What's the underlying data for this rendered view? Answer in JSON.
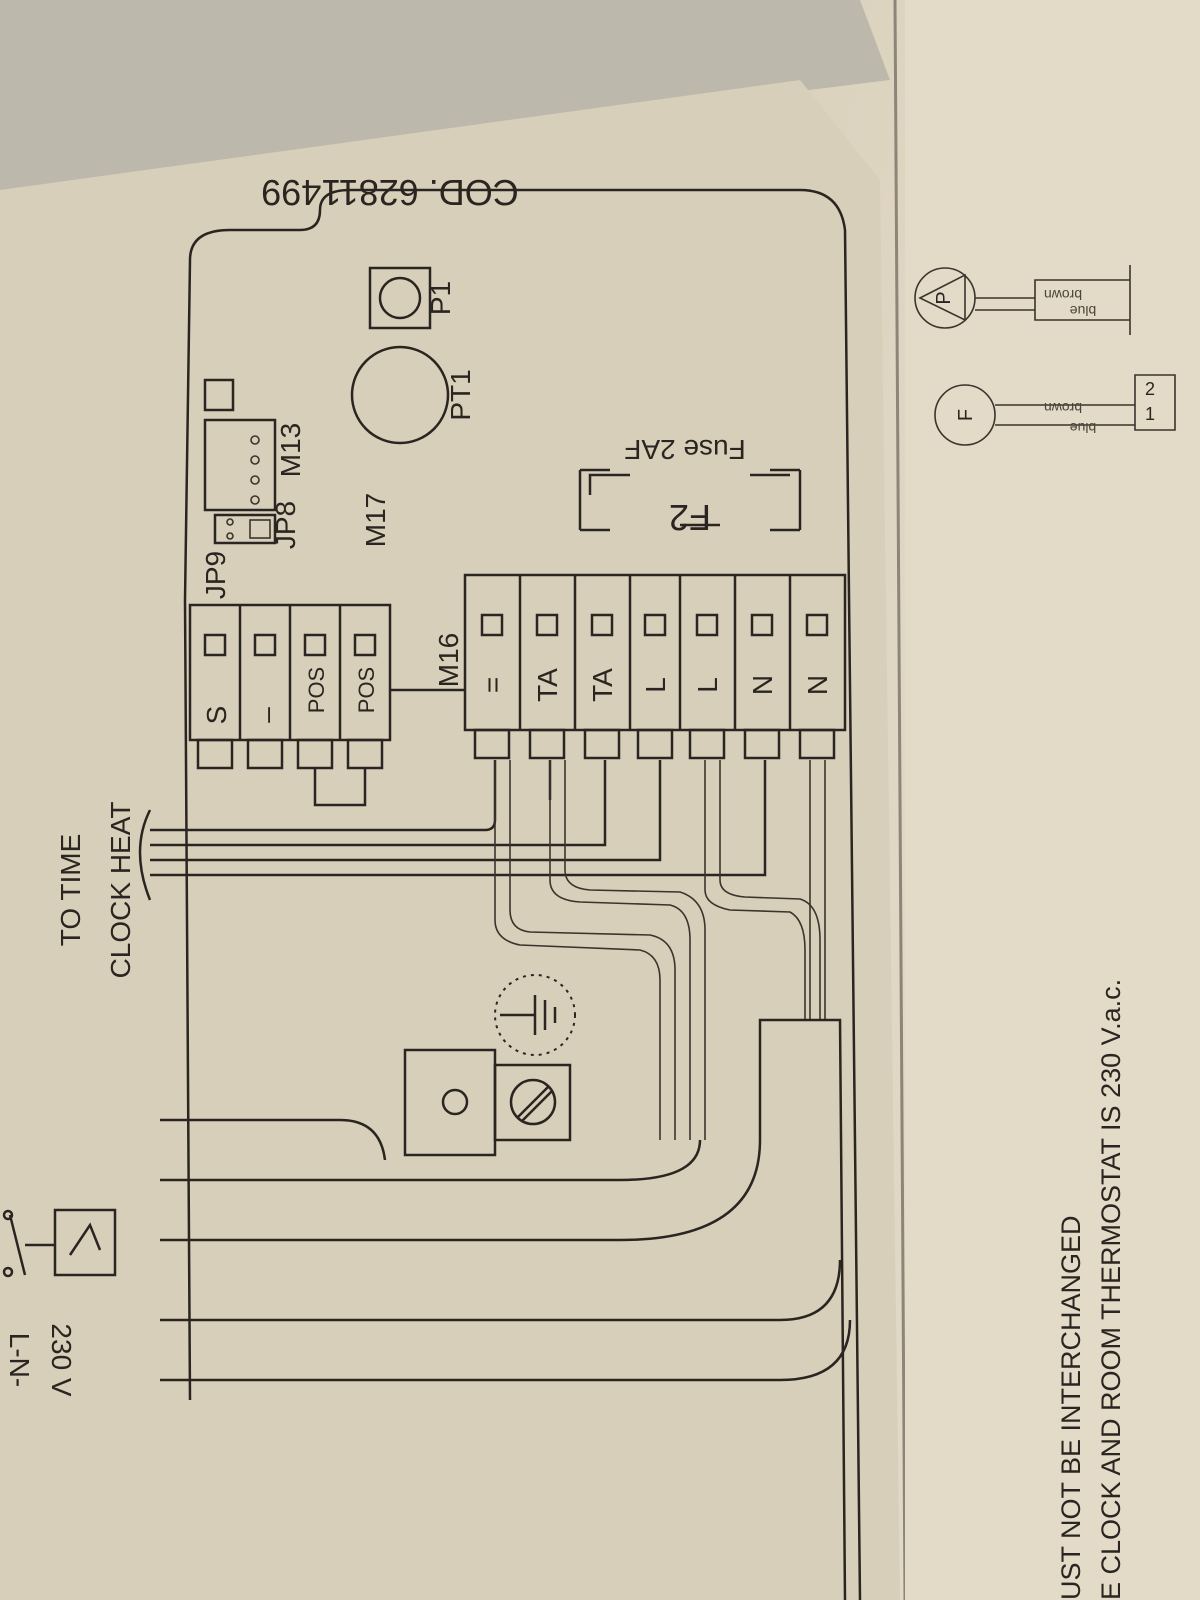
{
  "document": {
    "code_label": "COD. 62811499",
    "components": {
      "pressure_switch": "P1",
      "transducer": "PT1",
      "connector_m13": "M13",
      "connector_m17": "M17",
      "jumper_jp8": "JP8",
      "jumper_jp9": "JP9",
      "fuse_label": "Fuse 2AF",
      "fuse_id": "F2",
      "terminal_block": "M16"
    },
    "aux_terminals": [
      "S",
      "–",
      "POS",
      "POS"
    ],
    "m16_terminals": [
      "=",
      "TA",
      "TA",
      "L",
      "L",
      "N",
      "N"
    ],
    "time_clock_label_line1": "TO  TIME",
    "time_clock_label_line2": "CLOCK  HEAT",
    "supply_label_line1": "L-N-",
    "supply_label_line2": "230 V",
    "warning_line1": "UST NOT BE INTERCHANGED",
    "warning_line2": "E CLOCK AND ROOM THERMOSTAT IS 230 V.a.c.",
    "side_panel": {
      "fan_symbol": "F",
      "pump_symbol": "P",
      "fan_wires": [
        "brown",
        "blue"
      ],
      "pump_wires": [
        "brown",
        "blue"
      ],
      "fan_pins": [
        "2",
        "1"
      ]
    }
  }
}
